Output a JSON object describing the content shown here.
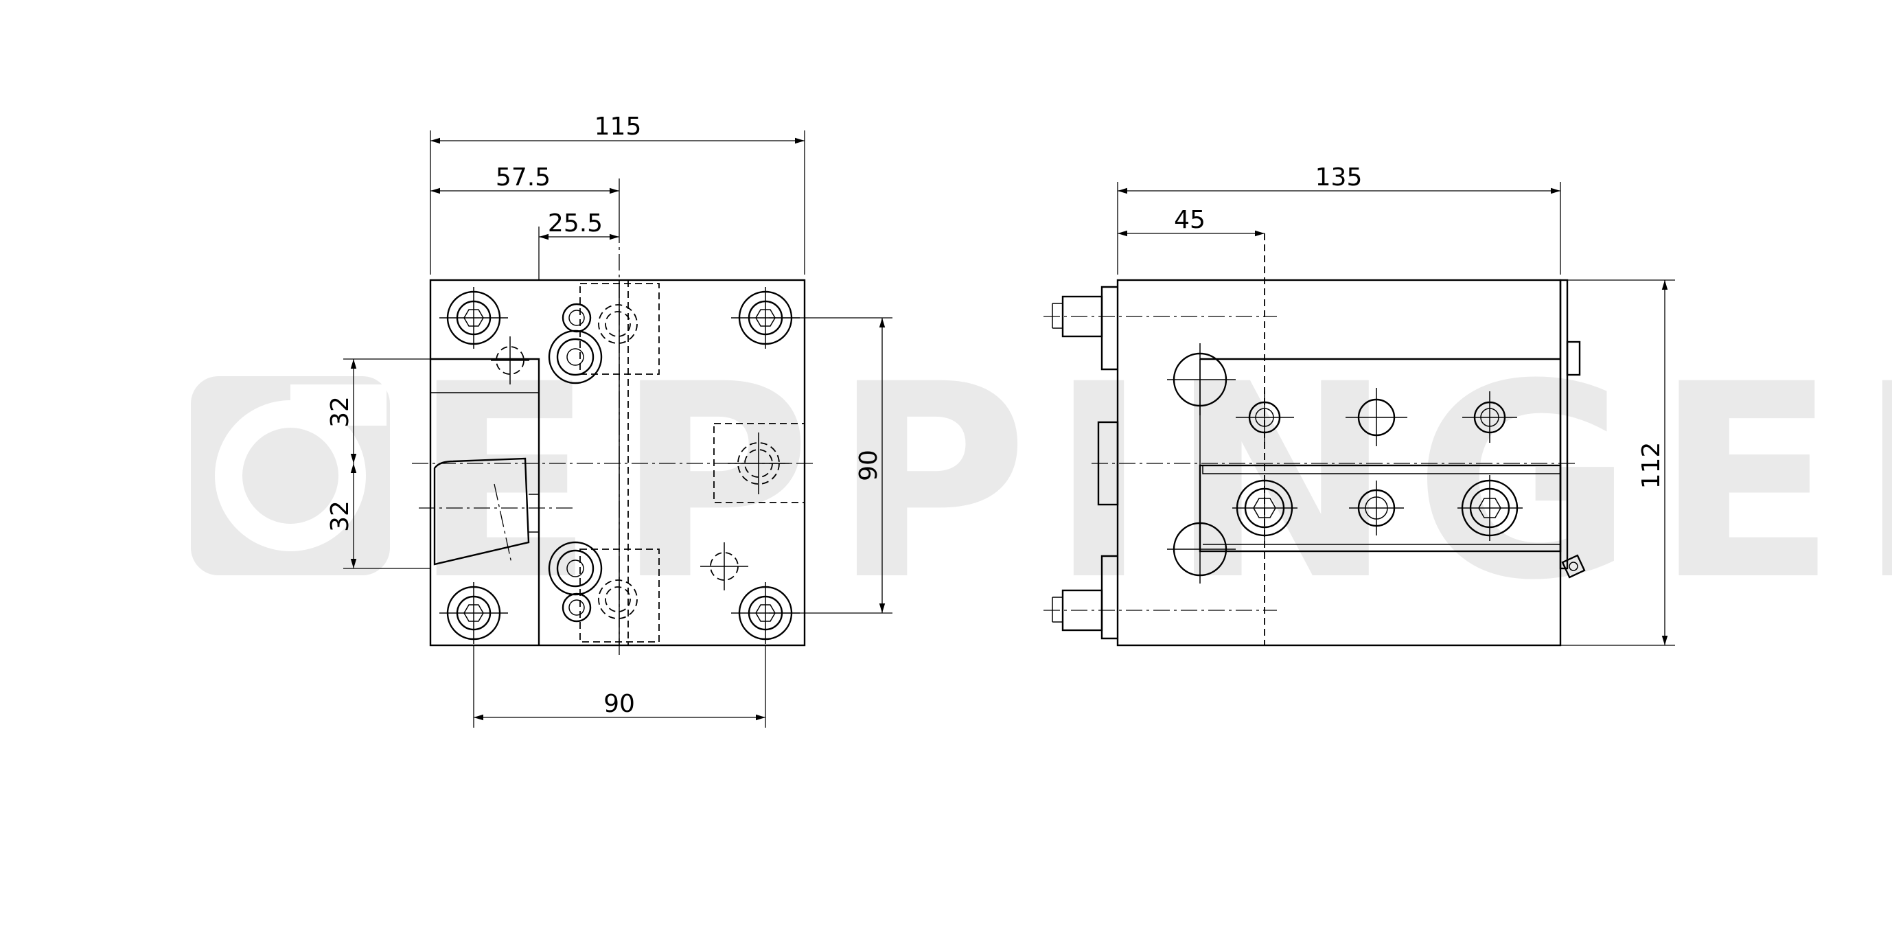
{
  "watermark": {
    "text": "EPPINGER",
    "color": "#eaeaea"
  },
  "front_view": {
    "dimensions": {
      "overall_width": "115",
      "center_offset": "57.5",
      "slot_offset": "25.5",
      "upper_offset": "32",
      "lower_offset": "32",
      "hole_spacing_vertical": "90",
      "hole_spacing_horizontal": "90"
    }
  },
  "side_view": {
    "dimensions": {
      "overall_length": "135",
      "slot_position": "45",
      "height": "112"
    }
  }
}
